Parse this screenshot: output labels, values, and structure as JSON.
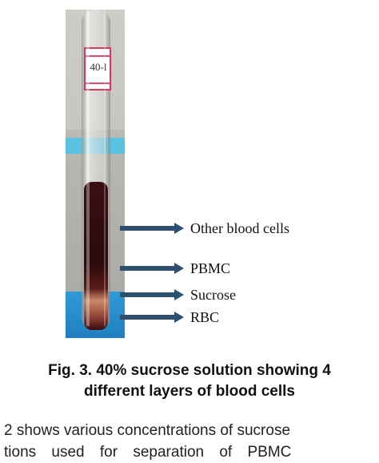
{
  "figure": {
    "tube_label": "40-l",
    "layers": [
      {
        "label": "Other blood cells"
      },
      {
        "label": "PBMC"
      },
      {
        "label": "Sucrose"
      },
      {
        "label": "RBC"
      }
    ],
    "colors": {
      "arrow": "#2f4f6f",
      "blood": "#2a0a0c",
      "pbmc_band": "#c98a6a",
      "sucrose": "#8a3a33",
      "background_gray": "#b8b7b3",
      "blue_base": "#2f9bd6"
    }
  },
  "caption": {
    "line1": "Fig. 3. 40% sucrose solution showing 4",
    "line2": "different layers of blood cells"
  },
  "body": {
    "line1": "2 shows various concentrations of sucrose",
    "line2": "tions used for separation of PBMC"
  }
}
